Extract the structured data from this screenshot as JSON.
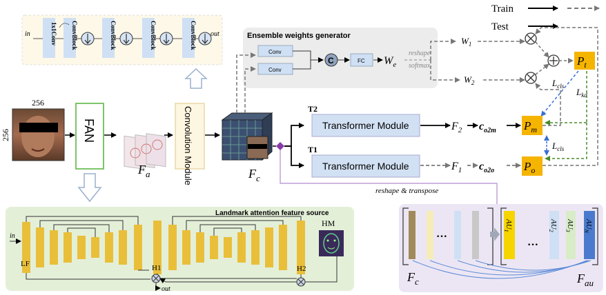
{
  "legend": {
    "train": "Train",
    "test": "Test"
  },
  "input": {
    "size_top": "256",
    "size_left": "256"
  },
  "fan": {
    "label": "FAN"
  },
  "fa": {
    "label": "F",
    "sub": "a"
  },
  "conv_module": {
    "label": "Convolution Module"
  },
  "fc": {
    "label": "F",
    "sub": "c"
  },
  "top_pipeline": {
    "in": "in",
    "out": "out",
    "first": "1x1Conv",
    "block": "ConvBlock"
  },
  "ensemble": {
    "title": "Ensemble weights generator",
    "conv1": "Conv",
    "conv2": "Conv",
    "concat": "C",
    "fc": "FC",
    "we": "W",
    "we_sub": "e",
    "reshape": "reshape",
    "softmax": "softmax",
    "w1": "W",
    "w1_sub": "1",
    "w2": "W",
    "w2_sub": "2"
  },
  "t2": {
    "tag": "T2",
    "module": "Transformer Module",
    "f": "F",
    "f_sub": "2",
    "c": "c",
    "c_sub": "o2m",
    "p": "P",
    "p_sub": "m"
  },
  "t1": {
    "tag": "T1",
    "module": "Transformer Module",
    "f": "F",
    "f_sub": "1",
    "c": "c",
    "c_sub": "o2o",
    "p": "P",
    "p_sub": "o"
  },
  "pt": {
    "p": "P",
    "p_sub": "t"
  },
  "losses": {
    "lcls_top": "L",
    "lcls_top_sub": "cls",
    "lkd": "L",
    "lkd_sub": "kd",
    "lcls_mid": "L",
    "lcls_mid_sub": "cls"
  },
  "reshape_transpose": "reshape & transpose",
  "landmark": {
    "title": "Landmark attention feature source",
    "in": "in",
    "out": "out",
    "lf": "LF",
    "h1": "H1",
    "h2": "H2",
    "hm": "HM"
  },
  "au_panel": {
    "fc": "F",
    "fc_sub": "c",
    "fau": "F",
    "fau_sub": "au",
    "au1": "AU",
    "au1_sub": "1",
    "au2": "AU",
    "au2_sub": "2",
    "au3": "AU",
    "au3_sub": "3",
    "aun": "AU",
    "aun_sub": "N",
    "dots1": "···",
    "dots2": "···"
  }
}
